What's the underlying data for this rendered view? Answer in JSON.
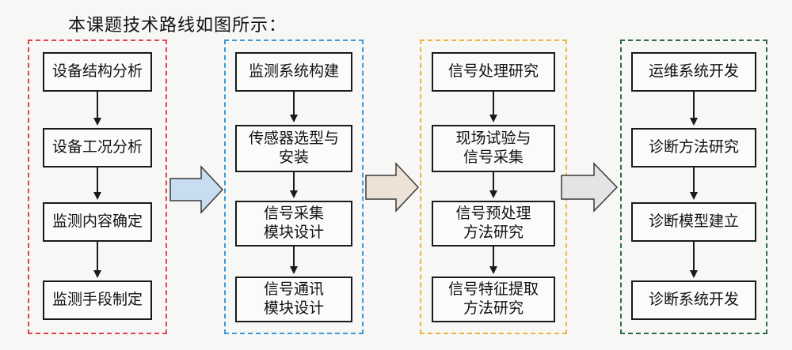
{
  "caption": "本课题技术路线如图所示：",
  "colors": {
    "group_1": "#e0454f",
    "group_2": "#3d9ad6",
    "group_3": "#e9b740",
    "group_4": "#2e6b45",
    "arrow_1_fill": "#c9ddf0",
    "arrow_2_fill": "#ece3d6",
    "arrow_3_fill": "#e2e4e6"
  },
  "groups": [
    {
      "steps": [
        "设备结构分析",
        "设备工况分析",
        "监测内容确定",
        "监测手段制定"
      ]
    },
    {
      "steps": [
        "监测系统构建",
        "传感器选型与\n安装",
        "信号采集\n模块设计",
        "信号通讯\n模块设计"
      ]
    },
    {
      "steps": [
        "信号处理研究",
        "现场试验与\n信号采集",
        "信号预处理\n方法研究",
        "信号特征提取\n方法研究"
      ]
    },
    {
      "steps": [
        "运维系统开发",
        "诊断方法研究",
        "诊断模型建立",
        "诊断系统开发"
      ]
    }
  ]
}
